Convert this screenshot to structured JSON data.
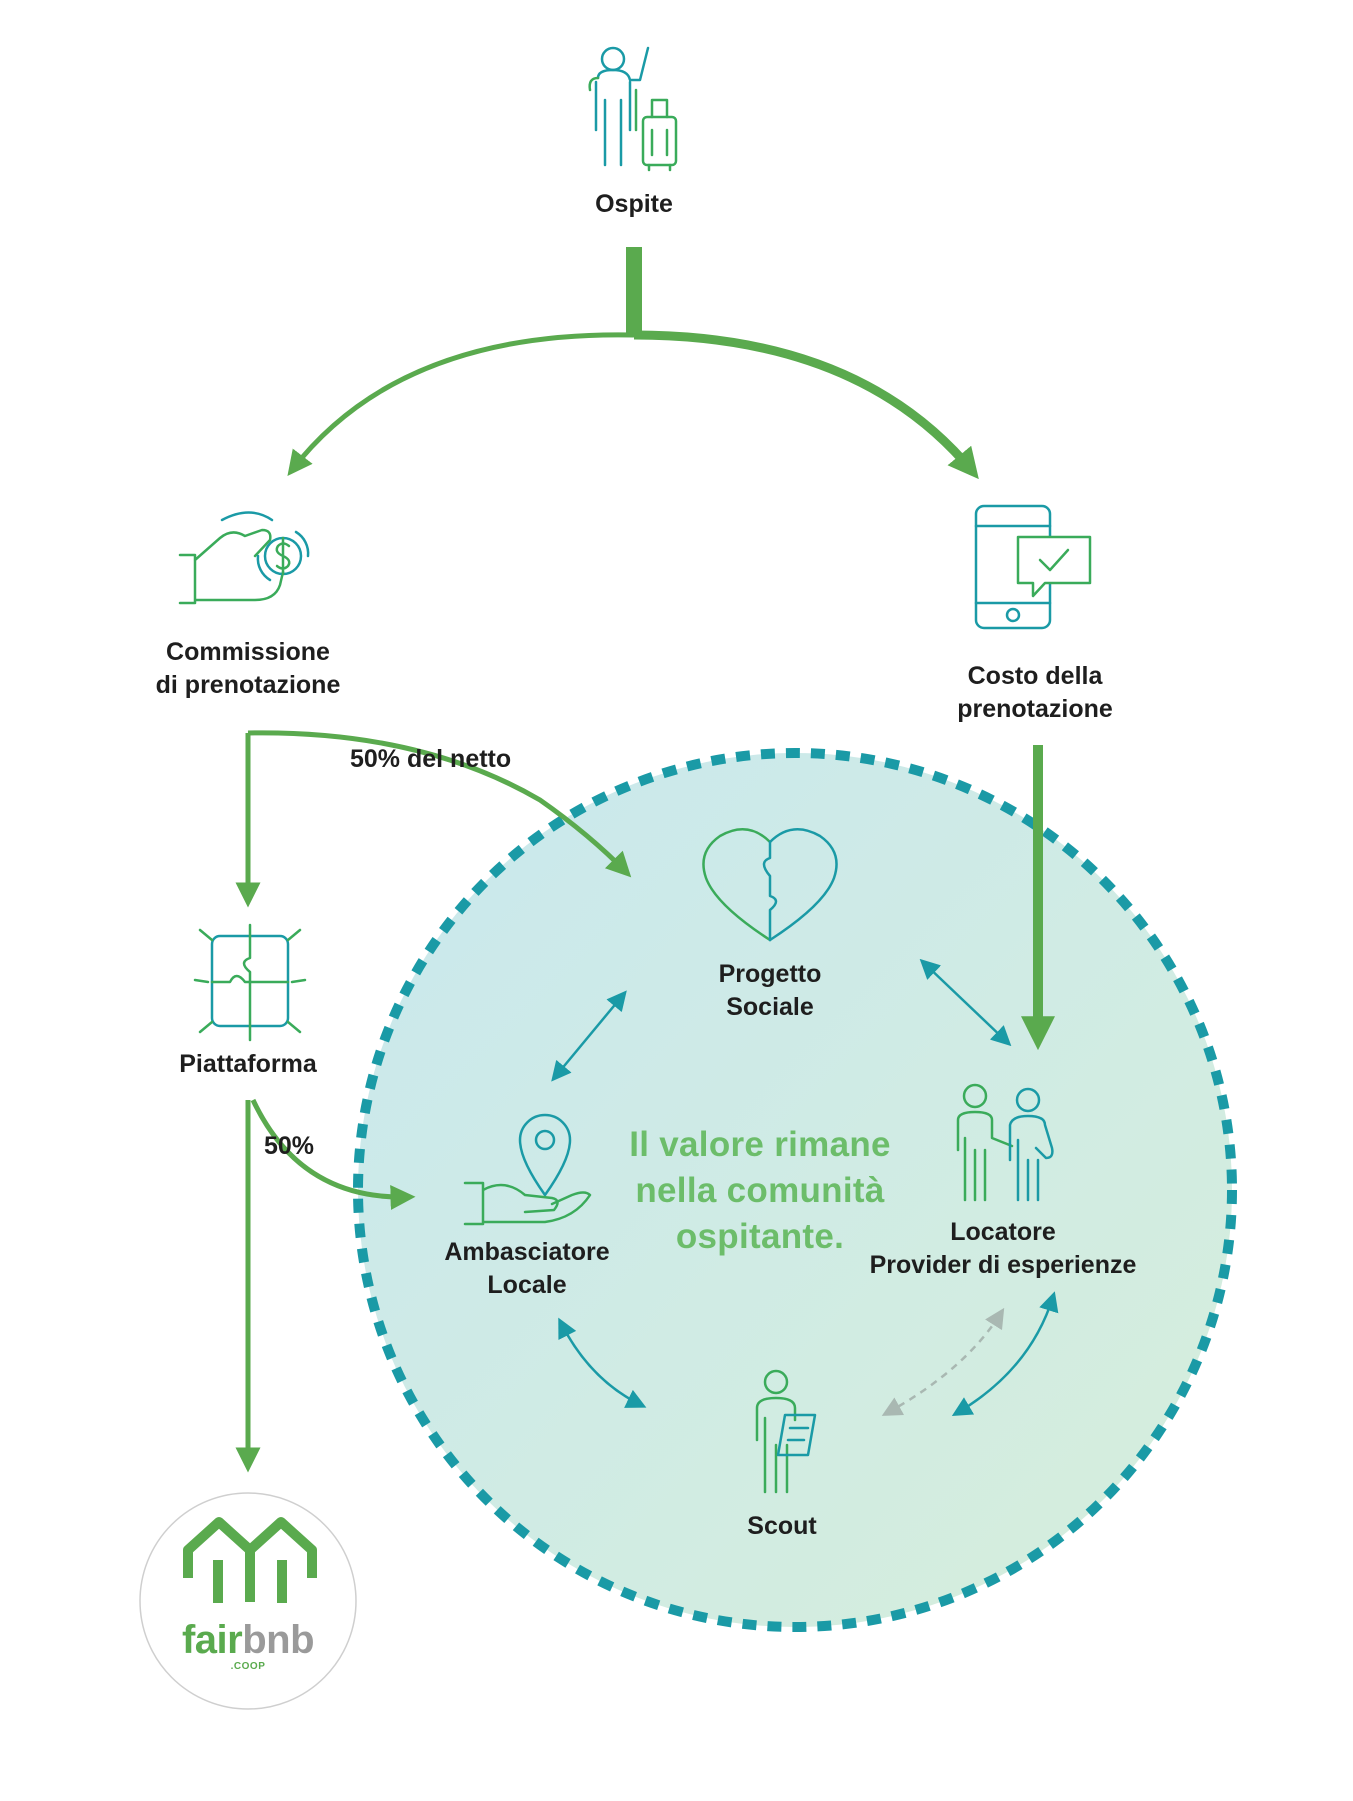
{
  "nodes": {
    "ospite": {
      "label": "Ospite"
    },
    "commissione": {
      "line1": "Commissione",
      "line2": "di prenotazione"
    },
    "costo": {
      "line1": "Costo della",
      "line2": "prenotazione"
    },
    "piattaforma": {
      "label": "Piattaforma"
    },
    "progetto": {
      "line1": "Progetto",
      "line2": "Sociale"
    },
    "ambasciatore": {
      "line1": "Ambasciatore",
      "line2": "Locale"
    },
    "locatore": {
      "line1": "Locatore",
      "line2": "Provider di esperienze"
    },
    "scout": {
      "label": "Scout"
    }
  },
  "flows": {
    "net_half": "50% del netto",
    "half": "50%"
  },
  "center_message": {
    "line1": "Il valore rimane",
    "line2": "nella comunità",
    "line3": "ospitante."
  },
  "logo": {
    "primary": "fair",
    "secondary": "bnb",
    "suffix": ".COOP"
  },
  "colors": {
    "green": "#5aaa4e",
    "teal": "#1a9aa6",
    "icon_green": "#3aab5a",
    "text": "#1e1e1e",
    "message": "#6cbd6a",
    "logo_gray": "#9a9a9a"
  }
}
